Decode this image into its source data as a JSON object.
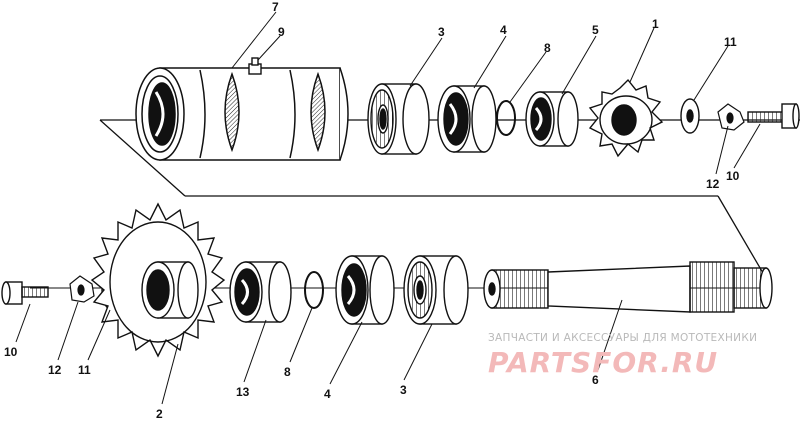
{
  "callouts": {
    "c7_top": "7",
    "c9_top": "9",
    "c3_top": "3",
    "c4_top": "4",
    "c8_top": "8",
    "c5_top": "5",
    "c1_top": "1",
    "c11_top": "11",
    "c12_top": "12",
    "c10_top": "10",
    "c10_bot": "10",
    "c12_bot": "12",
    "c11_bot": "11",
    "c2_bot": "2",
    "c13_bot": "13",
    "c8_bot": "8",
    "c4_bot": "4",
    "c3_bot": "3",
    "c6_bot": "6"
  },
  "watermark": {
    "tagline": "ЗАПЧАСТИ И АКСЕССУАРЫ ДЛЯ МОТОТЕХНИКИ",
    "logo": "PARTSFOR.RU"
  }
}
